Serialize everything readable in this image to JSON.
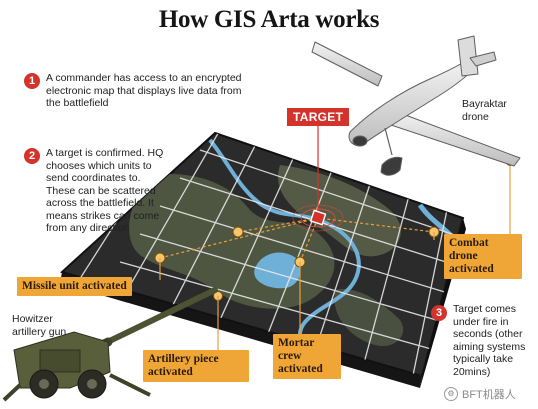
{
  "title": "How GIS Arta works",
  "steps": [
    {
      "number": "1",
      "text": "A commander has access to an encrypted electronic map that displays live data from the battlefield"
    },
    {
      "number": "2",
      "text": "A target is confirmed. HQ chooses which units to send coordinates to. These can be scattered across the battlefield. It means strikes can come from any direction"
    },
    {
      "number": "3",
      "text": "Target comes under fire in seconds (other aiming systems typically take 20mins)"
    }
  ],
  "labels": {
    "target": "TARGET",
    "drone": "Bayraktar drone",
    "howitzer": "Howitzer artillery gun",
    "missile_unit": "Missile unit activated",
    "combat_drone": "Combat drone activated",
    "artillery_piece": "Artillery piece activated",
    "mortar_crew": "Mortar crew activated"
  },
  "watermark": "BFT机器人",
  "colors": {
    "accent_red": "#d4332b",
    "callout_orange": "#f0a637",
    "map_board": "#2b2b2b",
    "map_land": "#4e5540",
    "river": "#6fb0d8"
  }
}
